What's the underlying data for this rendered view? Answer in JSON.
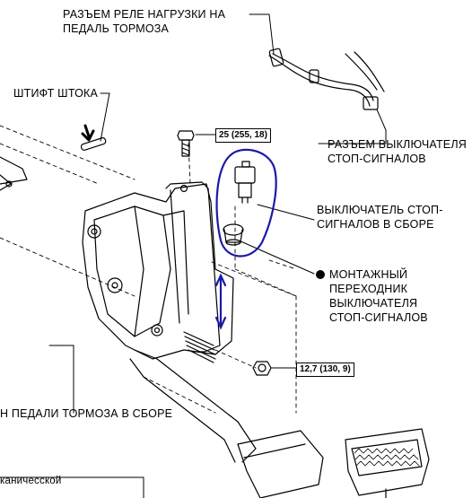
{
  "labels": {
    "relay_connector": [
      "РАЗЪЕМ РЕЛЕ НАГРУЗКИ НА",
      "ПЕДАЛЬ ТОРМОЗА"
    ],
    "rod_pin": "ШТИФТ ШТОКА",
    "switch_connector": [
      "РАЗЪЕМ ВЫКЛЮЧАТЕЛЯ",
      "СТОП-СИГНАЛОВ"
    ],
    "switch_assembly": [
      "ВЫКЛЮЧАТЕЛЬ СТОП-",
      "СИГНАЛОВ В СБОРЕ"
    ],
    "mounting_adapter": [
      "МОНТАЖНЫЙ",
      "ПЕРЕХОДНИК",
      "ВЫКЛЮЧАТЕЛЯ",
      "СТОП-СИГНАЛОВ"
    ],
    "pedal_assembly": "Н ПЕДАЛИ ТОРМОЗА В СБОРЕ",
    "mechanical_partial": "каничесской"
  },
  "torque": {
    "bolt": "25 (255, 18)",
    "nut": "12,7 (130, 9)"
  },
  "colors": {
    "line": "#000000",
    "annotation": "#1a1aa6"
  }
}
